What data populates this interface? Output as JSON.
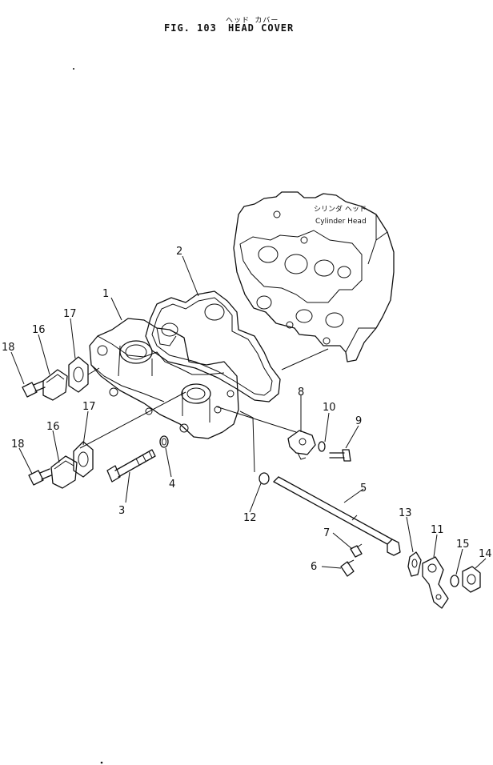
{
  "title": {
    "japanese": "ヘッド カバー",
    "figure": "FIG. 103",
    "name": "HEAD COVER"
  },
  "annotation": {
    "japanese": "シリンダ ヘッド",
    "english": "Cylinder Head"
  },
  "callouts": [
    "1",
    "2",
    "3",
    "4",
    "5",
    "6",
    "7",
    "8",
    "9",
    "10",
    "11",
    "12",
    "13",
    "14",
    "15",
    "16",
    "16",
    "17",
    "17",
    "18",
    "18"
  ]
}
